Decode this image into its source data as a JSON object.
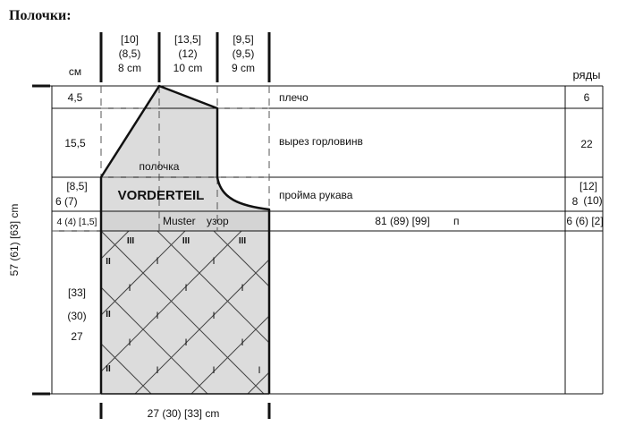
{
  "title": "Полочки:",
  "units_left": "см",
  "units_right": "ряды",
  "top_widths": [
    {
      "l1": "[10]",
      "l2": "(8,5)",
      "l3": "8 cm"
    },
    {
      "l1": "[13,5]",
      "l2": "(12)",
      "l3": "10 cm"
    },
    {
      "l1": "[9,5]",
      "l2": "(9,5)",
      "l3": "9 cm"
    }
  ],
  "rows": {
    "shoulder": {
      "cm": "4,5",
      "label": "плечо",
      "rows": "6"
    },
    "neckline": {
      "cm": "15,5",
      "label": "вырез горловинв",
      "rows": "22"
    },
    "armhole": {
      "cm_top": "[8,5]",
      "cm_bottom": "6   (7)",
      "label": "пройма рукава",
      "rows_top": "[12]",
      "rows_bottom_a": "8",
      "rows_bottom_b": "(10)"
    },
    "pattern": {
      "cm": "4 (4) [1,5]",
      "label": "81 (89) [99]",
      "unit": "п",
      "rows": "6 (6) [2]"
    },
    "body": {
      "cm1": "[33]",
      "cm2": "(30)",
      "cm3": "27"
    }
  },
  "piece_label": "полочка",
  "piece_name": "VORDERTEIL",
  "pattern_label_de": "Muster",
  "pattern_label_ru": "узор",
  "height_label": "57 (61) [63] cm",
  "bottom_width": "27 (30) [33] cm",
  "diamond_labels": {
    "top": [
      "III",
      "III",
      "III"
    ],
    "left": [
      "II",
      "II",
      "II"
    ],
    "inner": [
      "I",
      "I",
      "I",
      "I",
      "I",
      "I",
      "I",
      "I",
      "I",
      "I",
      "I",
      "I",
      "I"
    ]
  }
}
